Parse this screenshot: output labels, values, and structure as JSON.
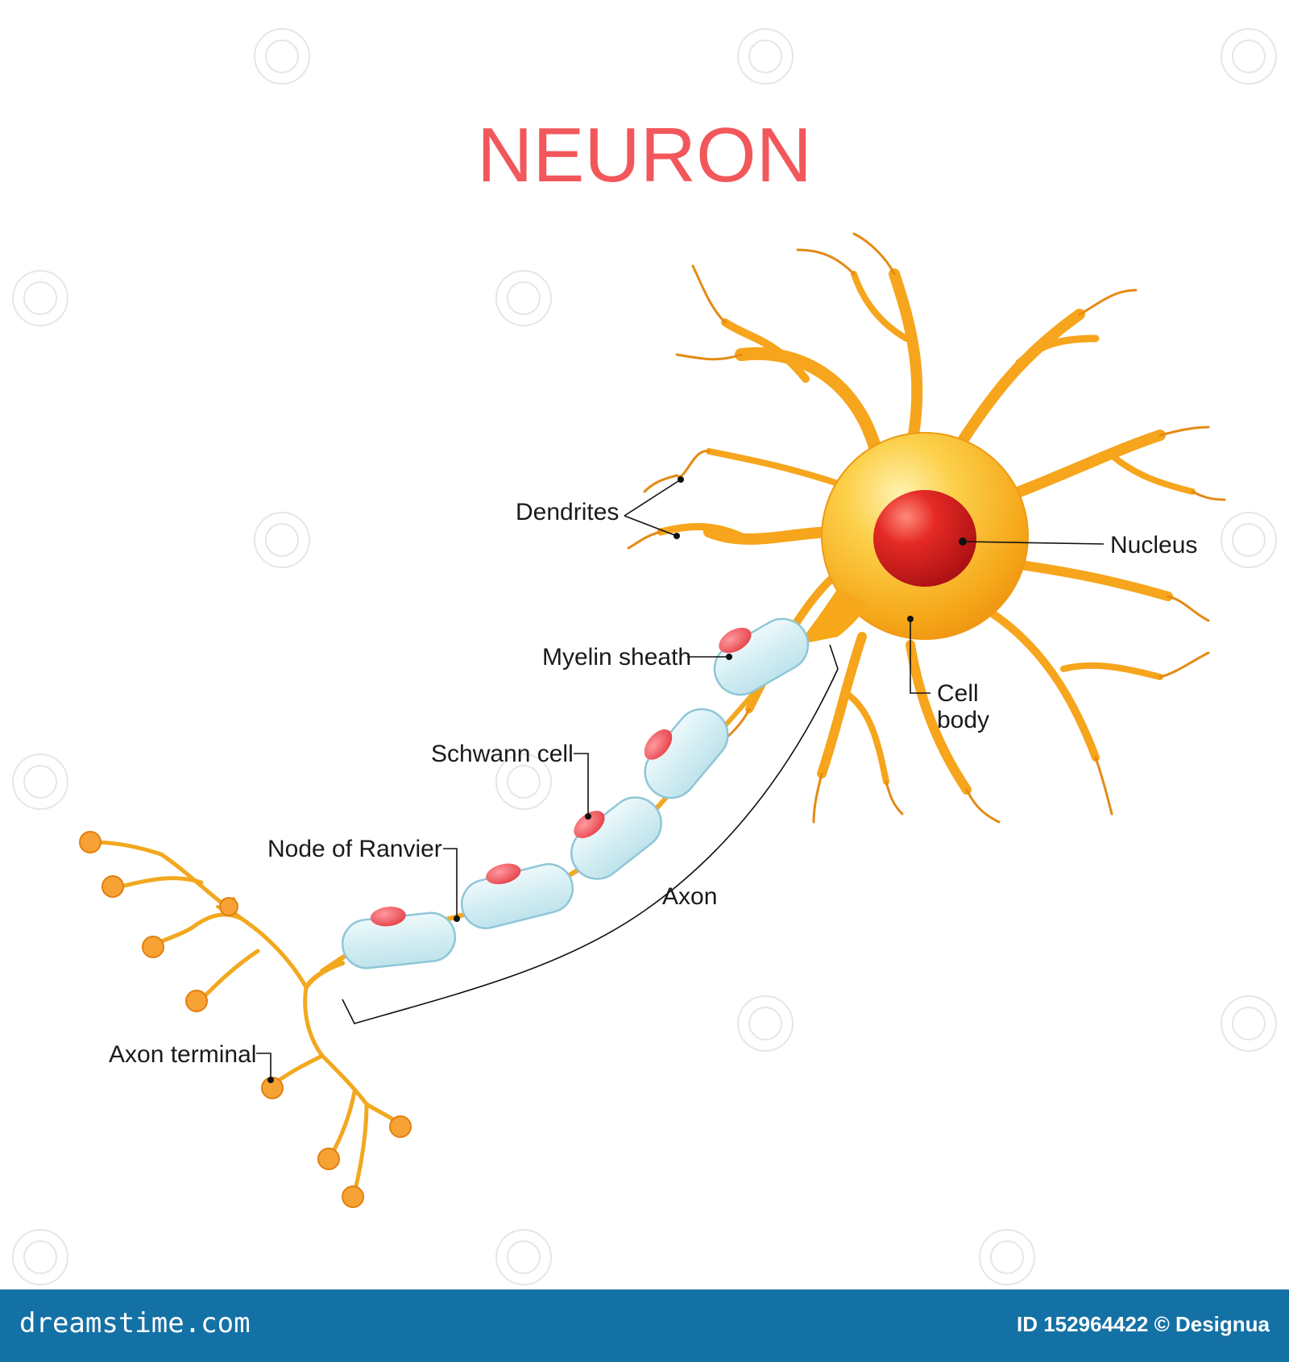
{
  "title": "NEURON",
  "labels": {
    "dendrites": "Dendrites",
    "nucleus": "Nucleus",
    "myelin_sheath": "Myelin sheath",
    "cell_body_line1": "Cell",
    "cell_body_line2": "body",
    "schwann_cell": "Schwann cell",
    "node_of_ranvier": "Node of Ranvier",
    "axon": "Axon",
    "axon_terminal": "Axon terminal"
  },
  "footer": {
    "brand": "dreamstime.com",
    "id_credit": "ID 152964422 © Designua"
  },
  "colors": {
    "title": "#f2575b",
    "cell_body": "#f9b81e",
    "nucleus": "#d51f1f",
    "myelin": "#d9eff2",
    "schwann_nucleus": "#ef4a52",
    "axon": "#f2a81f",
    "footer_bar": "#1471a6"
  }
}
